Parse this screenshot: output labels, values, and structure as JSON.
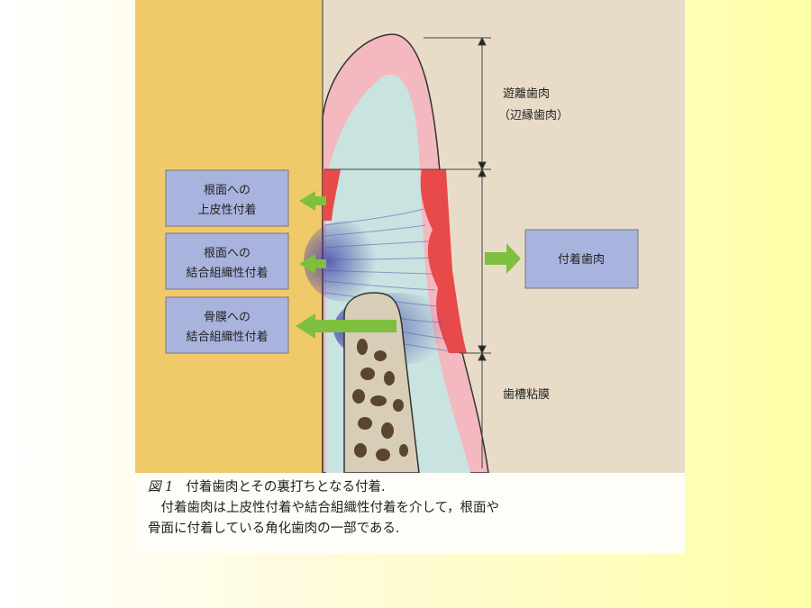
{
  "labels": {
    "free_gingiva_line1": "遊離歯肉",
    "free_gingiva_line2": "（辺縁歯肉）",
    "attached_gingiva": "付着歯肉",
    "alveolar_mucosa": "歯槽粘膜",
    "epithelial_line1": "根面への",
    "epithelial_line2": "上皮性付着",
    "ct_root_line1": "根面への",
    "ct_root_line2": "結合組織性付着",
    "ct_periosteum_line1": "骨膜への",
    "ct_periosteum_line2": "結合組織性付着"
  },
  "caption": {
    "fig_number": "図 1",
    "title": "付着歯肉とその裏打ちとなる付着.",
    "body_line1": "付着歯肉は上皮性付着や結合組織性付着を介して，根面や",
    "body_line2": "骨面に付着している角化歯肉の一部である."
  },
  "colors": {
    "tooth": "#f0c96a",
    "background_tissue": "#e8dcc8",
    "gingiva_epithelium": "#f4b8c0",
    "connective_tissue": "#c9e3e1",
    "keratinized_band": "#e84a4a",
    "label_box": "#a9b4de",
    "arrow": "#7fbf3f",
    "bone": "#d8cdb7"
  }
}
